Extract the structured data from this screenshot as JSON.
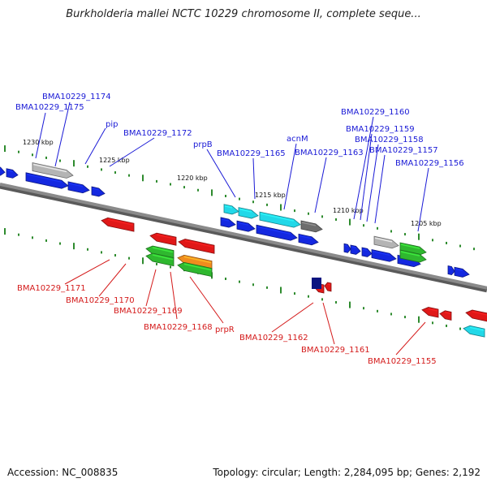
{
  "title": "Burkholderia mallei NCTC 10229 chromosome II, complete seque...",
  "footer": {
    "accession": "Accession: NC_008835",
    "topology": "Topology: circular; Length: 2,284,095 bp; Genes: 2,192"
  },
  "colors": {
    "backbone": "#8a8a8a",
    "tick": "#2e8b2e",
    "label_forward": "#1a1ad6",
    "label_reverse": "#d41a1a",
    "gene_blue": "#1428e0",
    "gene_red": "#e01818",
    "gene_cyan": "#22d8e8",
    "gene_green": "#2fb82f",
    "gene_orange": "#f08c1e",
    "gene_grey": "#b4b4b4",
    "gene_darkgrey": "#6e6e6e",
    "gene_navy": "#0c1480"
  },
  "scale_labels": [
    "1230 kbp",
    "1225 kbp",
    "1220 kbp",
    "1215 kbp",
    "1210 kbp",
    "1205 kbp"
  ],
  "forward_labels": [
    "BMA10229_1174",
    "BMA10229_1175",
    "pip",
    "BMA10229_1172",
    "prpB",
    "BMA10229_1165",
    "acnM",
    "BMA10229_1163",
    "BMA10229_1160",
    "BMA10229_1159",
    "BMA10229_1158",
    "BMA10229_1157",
    "BMA10229_1156"
  ],
  "reverse_labels": [
    "BMA10229_1171",
    "BMA10229_1170",
    "BMA10229_1169",
    "BMA10229_1168",
    "prpR",
    "BMA10229_1162",
    "BMA10229_1161",
    "BMA10229_1155"
  ]
}
